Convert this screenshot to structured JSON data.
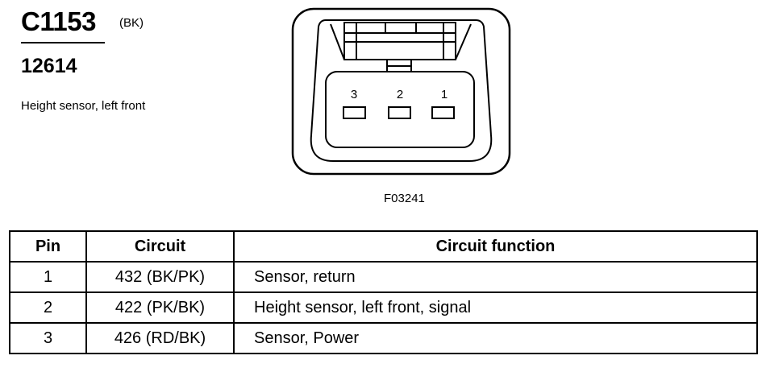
{
  "connector": {
    "code": "C1153",
    "color": "(BK)",
    "part_number": "12614",
    "description": "Height sensor, left front",
    "figure_id": "F03241",
    "pin_labels": [
      "3",
      "2",
      "1"
    ]
  },
  "table": {
    "headers": {
      "pin": "Pin",
      "circuit": "Circuit",
      "function": "Circuit function"
    },
    "rows": [
      {
        "pin": "1",
        "circuit": "432 (BK/PK)",
        "function": "Sensor, return"
      },
      {
        "pin": "2",
        "circuit": "422 (PK/BK)",
        "function": "Height sensor, left front, signal"
      },
      {
        "pin": "3",
        "circuit": "426 (RD/BK)",
        "function": "Sensor, Power"
      }
    ]
  }
}
